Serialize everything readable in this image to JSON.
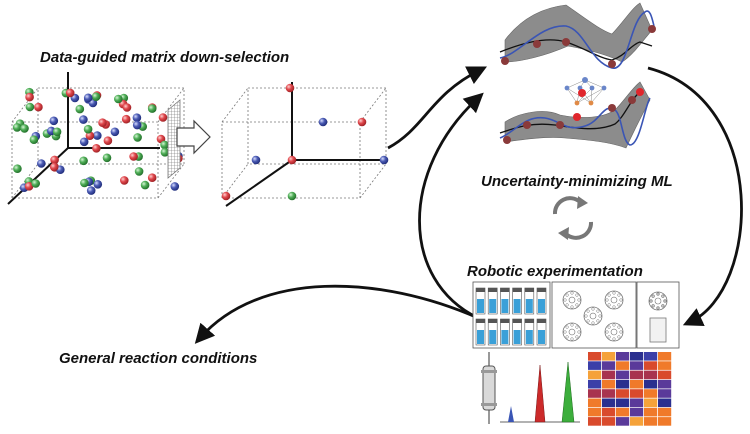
{
  "labels": {
    "down_selection": "Data-guided matrix down-selection",
    "ml": "Uncertainty-minimizing ML",
    "robotic": "Robotic experimentation",
    "general": "General reaction conditions"
  },
  "colors": {
    "red": "#e0474c",
    "green": "#4fae57",
    "blue": "#4b5bb4",
    "band": "#8a8a8a",
    "gp_blue": "#3a55b5",
    "node": "#8a3a3a",
    "arrow": "#111111",
    "vial_liquid": "#3aa0d8"
  },
  "icons": {
    "filter": "mesh-filter-icon",
    "cycle": "cycle-arrows-icon",
    "network": "neural-network-icon",
    "hplc": "hplc-column-icon"
  }
}
